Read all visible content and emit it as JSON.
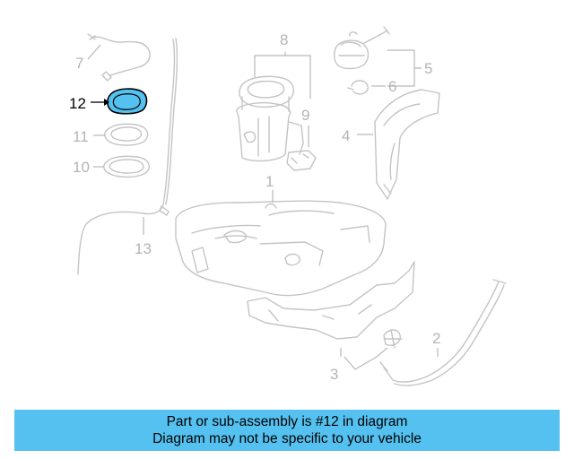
{
  "callouts": {
    "c1": "1",
    "c2": "2",
    "c3": "3",
    "c4": "4",
    "c5": "5",
    "c6": "6",
    "c7": "7",
    "c8": "8",
    "c9": "9",
    "c10": "10",
    "c11": "11",
    "c12": "12",
    "c13": "13"
  },
  "highlight": {
    "part": "12",
    "color": "#55c1f0"
  },
  "banner": {
    "line1": "Part or sub-assembly is #12 in diagram",
    "line2": "Diagram may not be specific to your vehicle",
    "color": "#55c1f0"
  }
}
